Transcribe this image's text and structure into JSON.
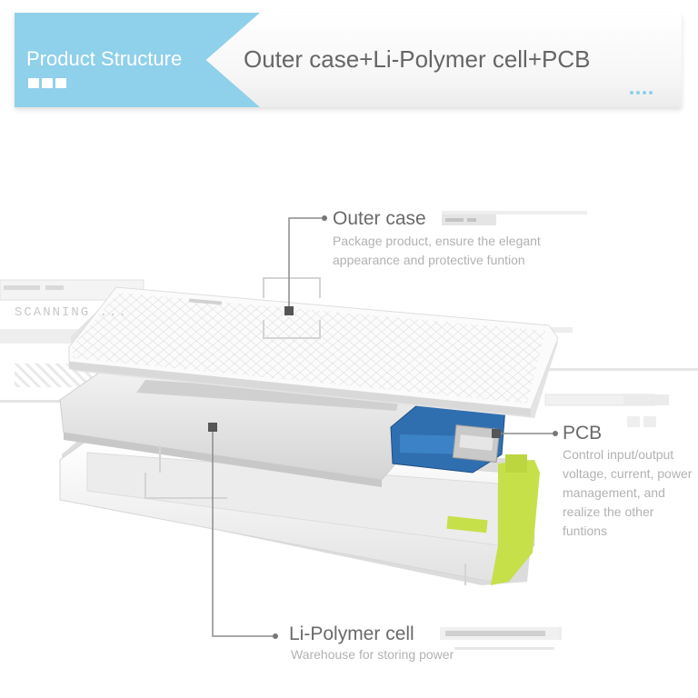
{
  "banner": {
    "tag_label": "Product Structure",
    "title": "Outer case+Li-Polymer cell+PCB",
    "accent_color": "#8fd0ea"
  },
  "scan_label": "SCANNING ...",
  "callouts": {
    "outer_case": {
      "title": "Outer case",
      "description": "Package product, ensure the elegant appearance and protective funtion"
    },
    "pcb": {
      "title": "PCB",
      "description": "Control input/output voltage, current, power management, and realize the other funtions"
    },
    "cell": {
      "title": "Li-Polymer cell",
      "description": "Warehouse for storing power"
    }
  },
  "colors": {
    "accent_lime": "#c6e04a",
    "pcb_blue": "#2f6fb0",
    "body_white": "#f4f4f4",
    "leader_line": "#8c8c8c"
  }
}
